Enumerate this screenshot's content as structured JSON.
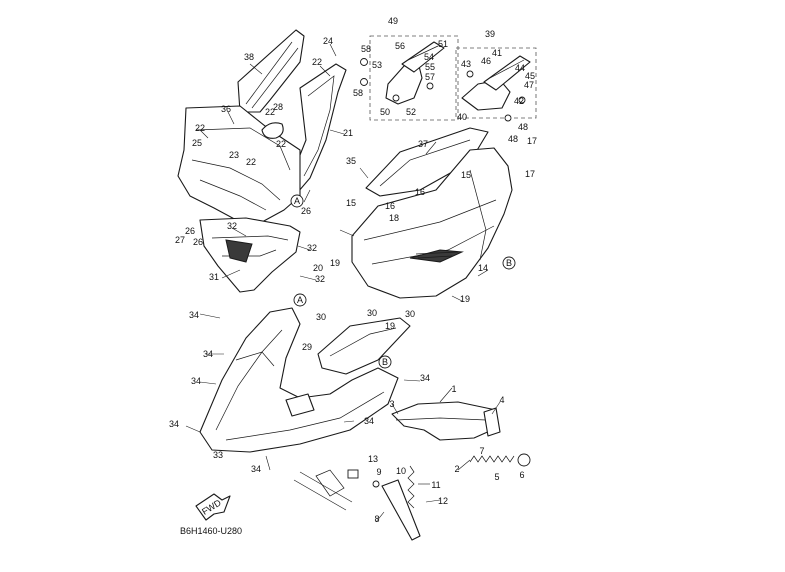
{
  "diagram": {
    "drawing_code": "B6H1460-U280",
    "fwd_badge": "FWD",
    "reference_markers": [
      "A",
      "B"
    ],
    "callouts": [
      "1",
      "2",
      "3",
      "4",
      "5",
      "6",
      "7",
      "8",
      "9",
      "10",
      "11",
      "12",
      "13",
      "14",
      "15",
      "16",
      "17",
      "18",
      "19",
      "20",
      "21",
      "22",
      "23",
      "24",
      "25",
      "26",
      "27",
      "28",
      "29",
      "30",
      "31",
      "32",
      "33",
      "34",
      "35",
      "36",
      "37",
      "38",
      "39",
      "40",
      "41",
      "42",
      "43",
      "44",
      "45",
      "46",
      "47",
      "48",
      "49",
      "50",
      "51",
      "52",
      "53",
      "54",
      "55",
      "56",
      "57",
      "58"
    ]
  }
}
